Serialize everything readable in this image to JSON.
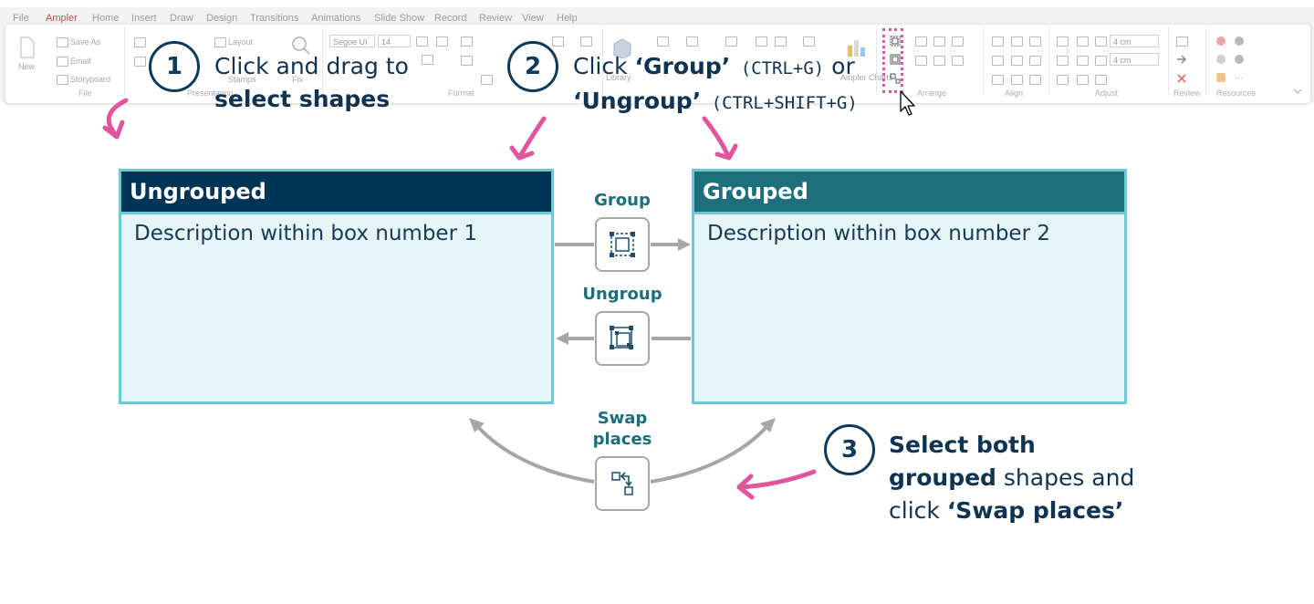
{
  "ribbon": {
    "tabs": [
      "File",
      "Ampler",
      "Home",
      "Insert",
      "Draw",
      "Design",
      "Transitions",
      "Animations",
      "Slide Show",
      "Record",
      "Review",
      "View",
      "Help"
    ],
    "active_tab": "Ampler",
    "file": {
      "new_label": "New",
      "save_as_label": "Save As",
      "email_label": "Email",
      "storyboard_label": "Storyboard"
    },
    "presentation": {
      "layout_label": "Layout",
      "stamps_label": "Stamps",
      "fix_label": "Fix"
    },
    "format": {
      "font_name": "Segoe UI",
      "font_size": "14"
    },
    "charts": {
      "library_label": "Library",
      "ampler_charts_label": "Ampler Charts"
    },
    "adjust": {
      "width_value": "4 cm",
      "height_value": "4 cm"
    },
    "groups": {
      "file": "File",
      "presentation": "Presentation",
      "format": "Format",
      "arrange": "Arrange",
      "align": "Align",
      "adjust": "Adjust",
      "review": "Review",
      "resources": "Resources"
    },
    "colors": {
      "accent_tab": "#c0504d",
      "highlight_dots": "#e0559b"
    }
  },
  "steps": {
    "s1": {
      "number": "1",
      "line1": "Click and drag to",
      "line2": "select shapes"
    },
    "s2": {
      "number": "2",
      "click": "Click ",
      "group": "‘Group’",
      "group_shortcut": " (CTRL+G)",
      "or": " or",
      "ungroup": "‘Ungroup’",
      "ungroup_shortcut": " (CTRL+SHIFT+G)"
    },
    "s3": {
      "number": "3",
      "line1": "Select both",
      "line2_bold": "grouped",
      "line2_rest": " shapes and",
      "line3_pre": "click ",
      "line3_bold": "‘Swap places’"
    }
  },
  "boxes": {
    "ungrouped": {
      "title": "Ungrouped",
      "description": "Description within box number 1",
      "header_color": "#003454"
    },
    "grouped": {
      "title": "Grouped",
      "description": "Description within box number 2",
      "header_color": "#1e6f7c"
    }
  },
  "buttons": {
    "group_label": "Group",
    "ungroup_label": "Ungroup",
    "swap_label_1": "Swap",
    "swap_label_2": "places"
  },
  "colors": {
    "pointer_arrows": "#e0559b",
    "connectors": "#a6a6a6",
    "box_border": "#6ec8d6",
    "box_fill": "#e7f5f6",
    "dark_text": "#0f3350"
  }
}
